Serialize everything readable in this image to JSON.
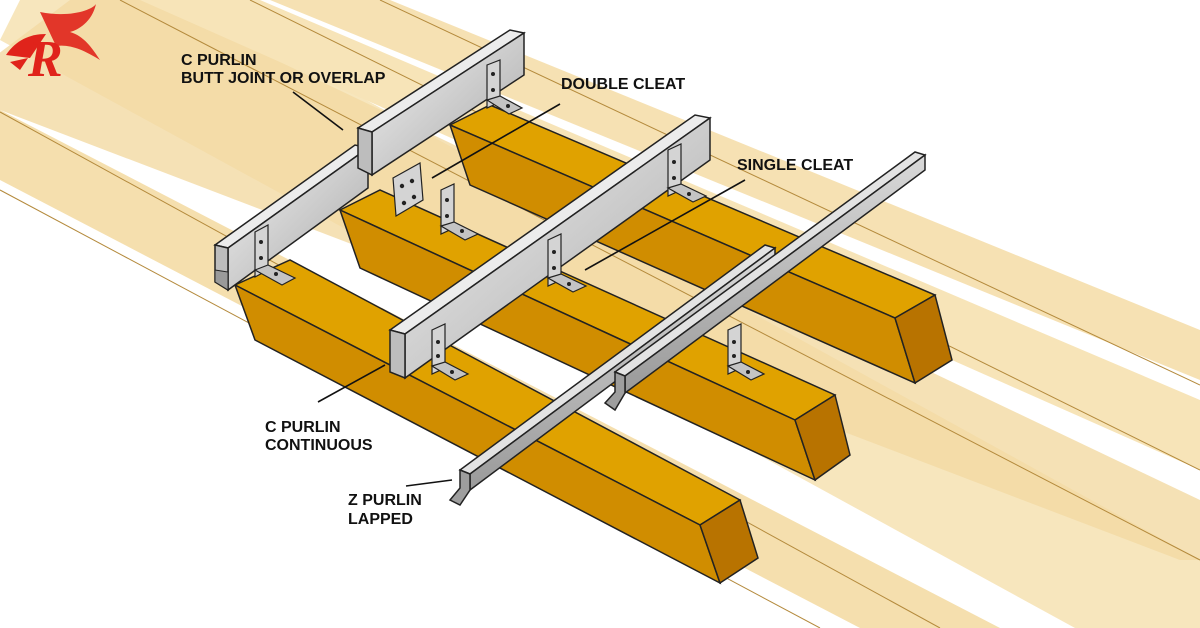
{
  "labels": {
    "c_purlin_butt_line1": "C PURLIN",
    "c_purlin_butt_line2": "BUTT JOINT OR OVERLAP",
    "double_cleat": "DOUBLE CLEAT",
    "single_cleat": "SINGLE CLEAT",
    "c_purlin_cont_line1": "C PURLIN",
    "c_purlin_cont_line2": "CONTINUOUS",
    "z_purlin_line1": "Z PURLIN",
    "z_purlin_line2": "LAPPED"
  },
  "logo": {
    "letter": "R",
    "color": "#e0231b"
  },
  "colors": {
    "rafter_top": "#dc9a00",
    "rafter_side": "#c98600",
    "rafter_end": "#b97100",
    "rafter_pale": "#f4dda8",
    "steel_light": "#e7e7e7",
    "steel_dark": "#a9a9a9",
    "outline": "#222222"
  }
}
